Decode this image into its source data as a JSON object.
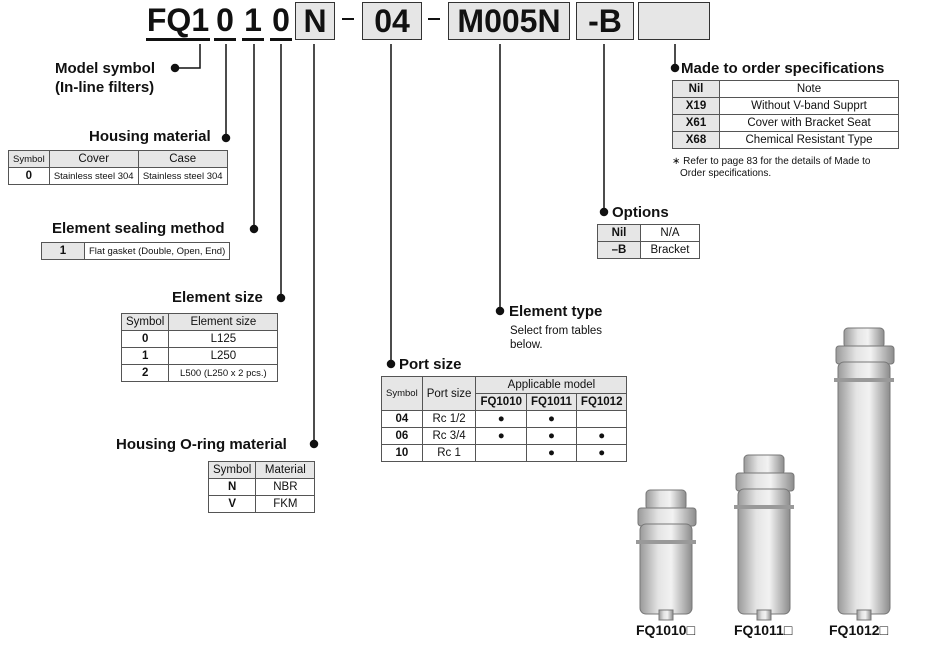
{
  "code": {
    "parts": [
      "FQ1",
      "0",
      "1",
      "0",
      "N",
      "04",
      "M005N",
      "-B"
    ],
    "dashes": [
      "-",
      "-"
    ]
  },
  "model_symbol": {
    "title": "Model symbol",
    "subtitle": "(In-line filters)"
  },
  "housing_material": {
    "title": "Housing material",
    "headers": [
      "Symbol",
      "Cover",
      "Case"
    ],
    "rows": [
      [
        "0",
        "Stainless steel 304",
        "Stainless steel 304"
      ]
    ]
  },
  "element_sealing": {
    "title": "Element sealing method",
    "rows": [
      [
        "1",
        "Flat gasket (Double, Open, End)"
      ]
    ]
  },
  "element_size": {
    "title": "Element size",
    "headers": [
      "Symbol",
      "Element size"
    ],
    "rows": [
      [
        "0",
        "L125"
      ],
      [
        "1",
        "L250"
      ],
      [
        "2",
        "L500 (L250 x 2 pcs.)"
      ]
    ]
  },
  "oring": {
    "title": "Housing O-ring material",
    "headers": [
      "Symbol",
      "Material"
    ],
    "rows": [
      [
        "N",
        "NBR"
      ],
      [
        "V",
        "FKM"
      ]
    ]
  },
  "port_size": {
    "title": "Port size",
    "headers": [
      "Symbol",
      "Port size",
      "Applicable model"
    ],
    "models": [
      "FQ1010",
      "FQ1011",
      "FQ1012"
    ],
    "rows": [
      {
        "symbol": "04",
        "size": "Rc 1/2",
        "marks": [
          "●",
          "●",
          ""
        ]
      },
      {
        "symbol": "06",
        "size": "Rc 3/4",
        "marks": [
          "●",
          "●",
          "●"
        ]
      },
      {
        "symbol": "10",
        "size": "Rc 1",
        "marks": [
          "",
          "●",
          "●"
        ]
      }
    ]
  },
  "element_type": {
    "title": "Element type",
    "lines": [
      "Select from tables",
      "below."
    ]
  },
  "options": {
    "title": "Options",
    "rows": [
      [
        "Nil",
        "N/A"
      ],
      [
        "–B",
        "Bracket"
      ]
    ]
  },
  "made_to_order": {
    "title": "Made to order specifications",
    "rows": [
      [
        "Nil",
        "Note"
      ],
      [
        "X19",
        "Without V-band Supprt"
      ],
      [
        "X61",
        "Cover with Bracket Seat"
      ],
      [
        "X68",
        "Chemical Resistant Type"
      ]
    ],
    "note_lines": [
      "∗ Refer to page 83 for the details of Made to",
      "Order specifications."
    ]
  },
  "products": [
    "FQ1010□",
    "FQ1011□",
    "FQ1012□"
  ]
}
